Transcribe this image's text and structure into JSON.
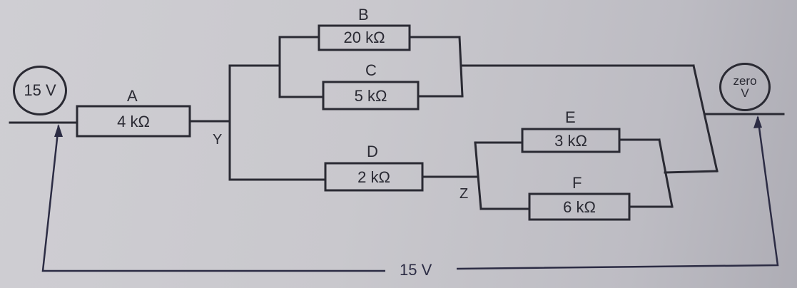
{
  "diagram": {
    "type": "circuit",
    "supply": {
      "positive_terminal": "15 V",
      "zero_terminal_line1": "zero",
      "zero_terminal_line2": "V",
      "measured_pd": "15 V"
    },
    "nodes": {
      "y": "Y",
      "z": "Z"
    },
    "resistors": [
      {
        "name": "A",
        "value": "4 kΩ"
      },
      {
        "name": "B",
        "value": "20 kΩ"
      },
      {
        "name": "C",
        "value": "5 kΩ"
      },
      {
        "name": "D",
        "value": "2 kΩ"
      },
      {
        "name": "E",
        "value": "3 kΩ"
      },
      {
        "name": "F",
        "value": "6 kΩ"
      }
    ],
    "colors": {
      "ink": "#2a2a33",
      "paper": "#c9c8cd"
    }
  }
}
